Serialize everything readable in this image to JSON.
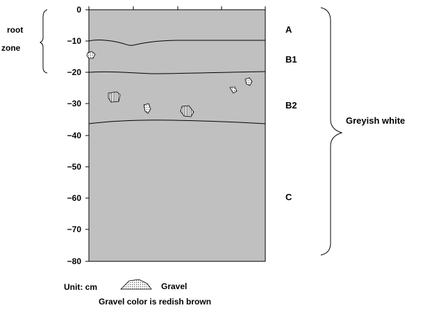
{
  "depth_axis": {
    "unit_label": "Unit: cm",
    "ticks": [
      "0",
      "−10",
      "−20",
      "−30",
      "−40",
      "−50",
      "−60",
      "−70",
      "−80"
    ]
  },
  "horizons": [
    {
      "label": "A",
      "top_depth": 0,
      "bottom_depth": -10
    },
    {
      "label": "B1",
      "top_depth": -10,
      "bottom_depth": -20
    },
    {
      "label": "B2",
      "top_depth": -20,
      "bottom_depth": -35
    },
    {
      "label": "C",
      "top_depth": -35,
      "bottom_depth": -80
    }
  ],
  "root_zone": {
    "label_line1": "root",
    "label_line2": "zone",
    "top_depth": 0,
    "bottom_depth": -20
  },
  "color_note": {
    "label": "Greyish white",
    "top_depth": 0,
    "bottom_depth": -80
  },
  "legend": {
    "unit": "Unit: cm",
    "gravel_label": "Gravel",
    "gravel_color_note": "Gravel color is redish brown"
  },
  "colors": {
    "soil_fill": "#c0c0c0",
    "line": "#000000"
  }
}
